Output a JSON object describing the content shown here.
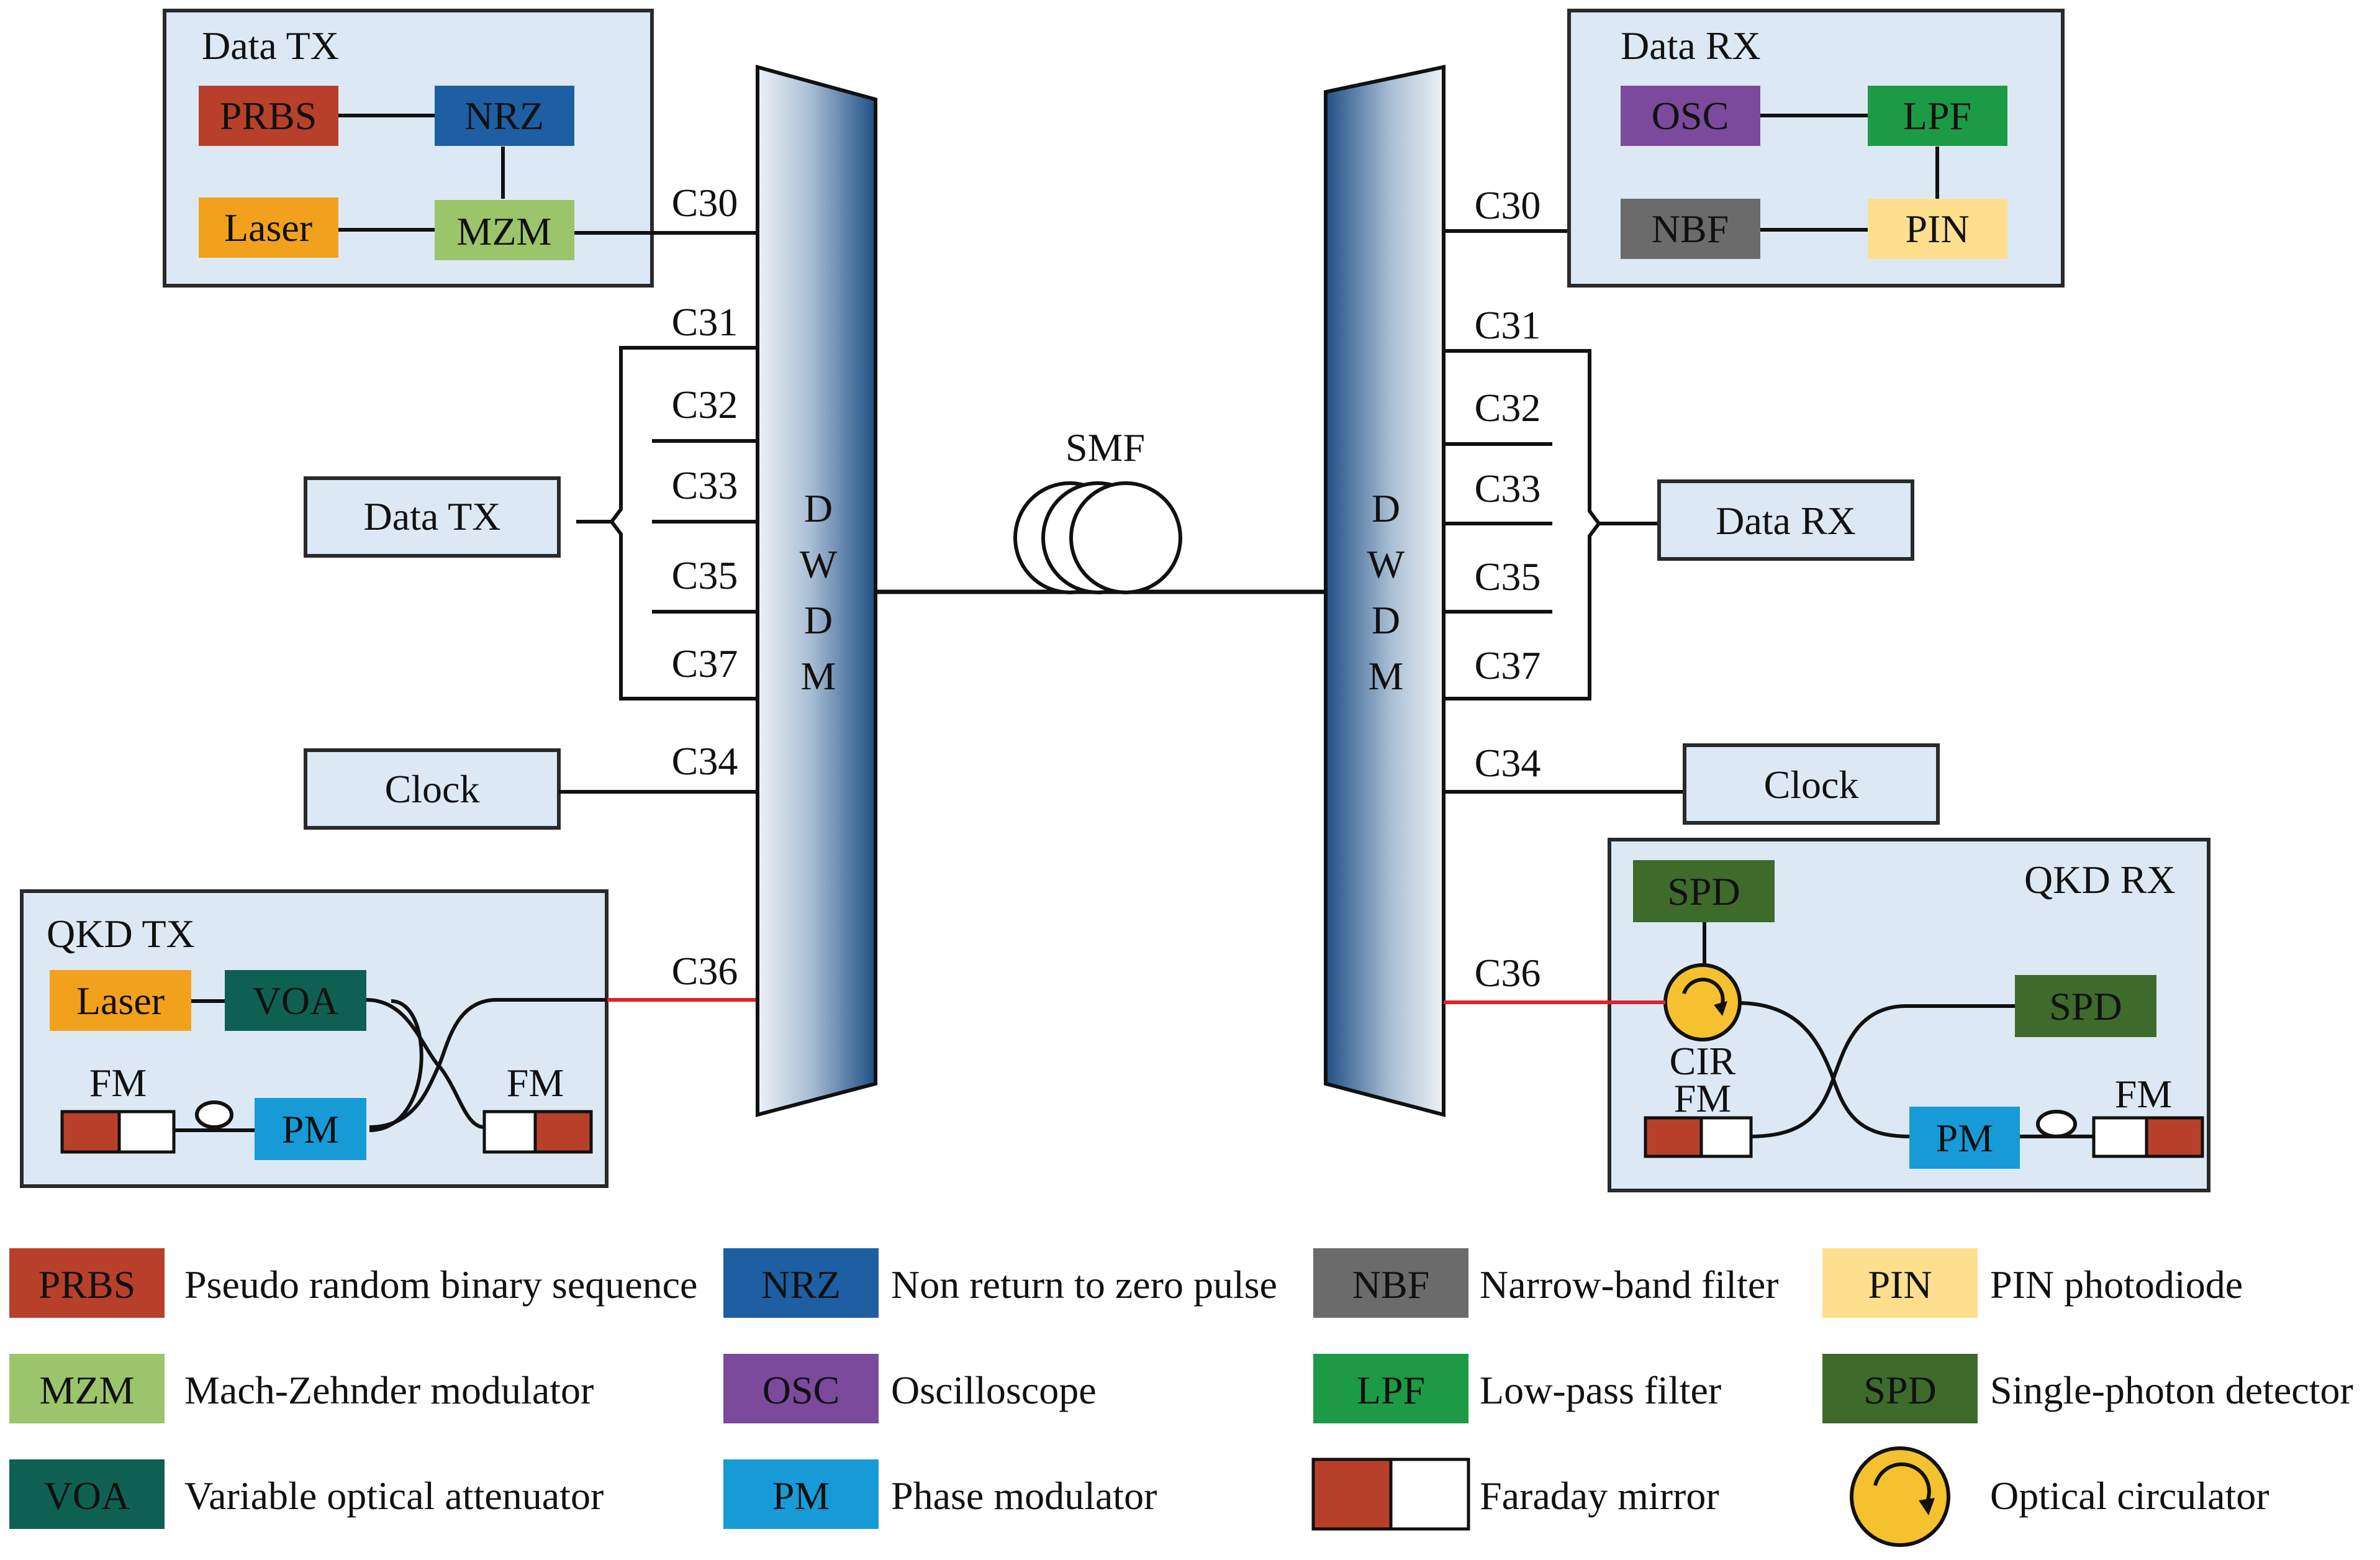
{
  "colors": {
    "panel_bg": "#dce9f5",
    "panel_border": "#2a2a2a",
    "prbs": "#b8402a",
    "nrz": "#1e5fa3",
    "laser": "#f2a11d",
    "mzm": "#9bc46b",
    "osc": "#7b4a9c",
    "lpf": "#1d9a45",
    "nbf": "#6b6b6b",
    "pin": "#fddf8e",
    "voa": "#0e6152",
    "pm": "#169bd6",
    "spd": "#3e6a2b",
    "fm_red": "#b8402a",
    "circulator": "#f5c12e",
    "quantum_link": "#e0242a",
    "dwdm_dark": "#1f4f86",
    "dwdm_light": "#dde4ec"
  },
  "left": {
    "data_tx_panel": {
      "title": "Data TX",
      "prbs": "PRBS",
      "nrz": "NRZ",
      "laser": "Laser",
      "mzm": "MZM"
    },
    "data_tx_box": "Data TX",
    "clock_box": "Clock",
    "qkd_tx_panel": {
      "title": "QKD TX",
      "laser": "Laser",
      "voa": "VOA",
      "pm": "PM",
      "fm_left": "FM",
      "fm_right": "FM"
    },
    "channels": {
      "c30": "C30",
      "c31": "C31",
      "c32": "C32",
      "c33": "C33",
      "c35": "C35",
      "c37": "C37",
      "c34": "C34",
      "c36": "C36"
    },
    "dwdm": [
      "D",
      "W",
      "D",
      "M"
    ]
  },
  "right": {
    "data_rx_panel": {
      "title": "Data RX",
      "osc": "OSC",
      "lpf": "LPF",
      "nbf": "NBF",
      "pin": "PIN"
    },
    "data_rx_box": "Data RX",
    "clock_box": "Clock",
    "qkd_rx_panel": {
      "title": "QKD RX",
      "spd_top": "SPD",
      "spd_right": "SPD",
      "cir": "CIR",
      "pm": "PM",
      "fm_left": "FM",
      "fm_right": "FM"
    },
    "channels": {
      "c30": "C30",
      "c31": "C31",
      "c32": "C32",
      "c33": "C33",
      "c35": "C35",
      "c37": "C37",
      "c34": "C34",
      "c36": "C36"
    },
    "dwdm": [
      "D",
      "W",
      "D",
      "M"
    ]
  },
  "smf": "SMF",
  "legend": [
    {
      "abbr": "PRBS",
      "desc": "Pseudo random binary sequence",
      "color": "#b8402a"
    },
    {
      "abbr": "NRZ",
      "desc": "Non return to zero pulse",
      "color": "#1e5fa3"
    },
    {
      "abbr": "NBF",
      "desc": "Narrow-band filter",
      "color": "#6b6b6b"
    },
    {
      "abbr": "PIN",
      "desc": "PIN photodiode",
      "color": "#fddf8e"
    },
    {
      "abbr": "MZM",
      "desc": "Mach-Zehnder modulator",
      "color": "#9bc46b"
    },
    {
      "abbr": "OSC",
      "desc": "Oscilloscope",
      "color": "#7b4a9c"
    },
    {
      "abbr": "LPF",
      "desc": "Low-pass filter",
      "color": "#1d9a45"
    },
    {
      "abbr": "SPD",
      "desc": "Single-photon detector",
      "color": "#3e6a2b"
    },
    {
      "abbr": "VOA",
      "desc": "Variable optical attenuator",
      "color": "#0e6152"
    },
    {
      "abbr": "PM",
      "desc": "Phase modulator",
      "color": "#169bd6"
    },
    {
      "abbr": "",
      "desc": "Faraday mirror",
      "color": ""
    },
    {
      "abbr": "",
      "desc": "Optical circulator",
      "color": ""
    }
  ]
}
